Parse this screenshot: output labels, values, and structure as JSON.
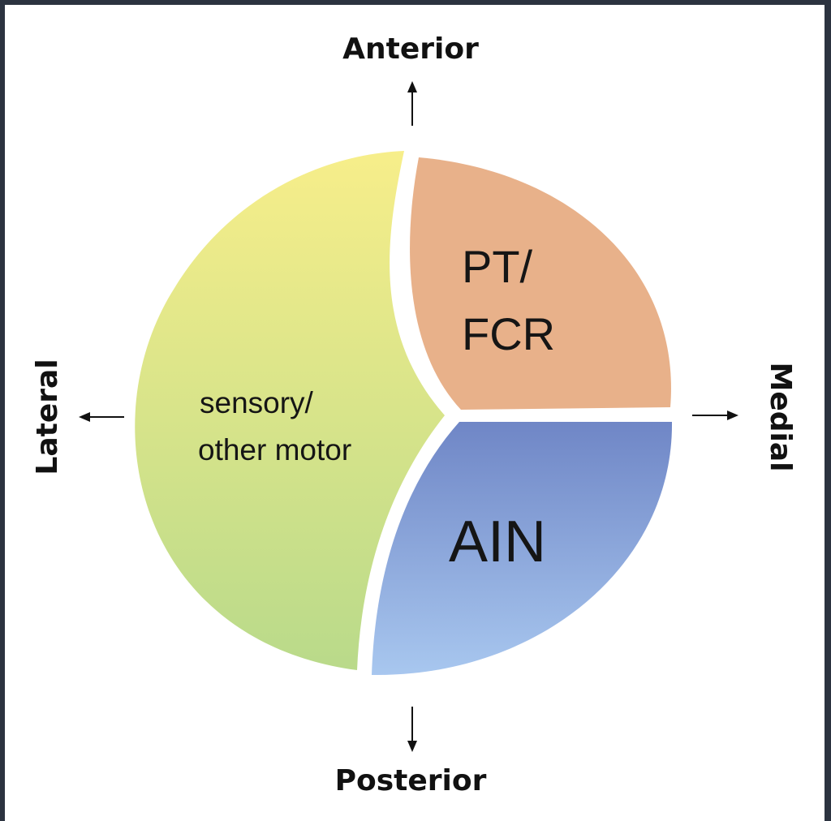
{
  "directions": {
    "anterior": "Anterior",
    "posterior": "Posterior",
    "lateral": "Lateral",
    "medial": "Medial"
  },
  "regions": {
    "sensory": {
      "line1": "sensory/",
      "line2": "other motor",
      "color_top": "#f7ee8a",
      "color_bottom": "#b9da8a"
    },
    "pt_fcr": {
      "line1": "PT/",
      "line2": "FCR",
      "color": "#e8b18a"
    },
    "ain": {
      "label": "AIN",
      "color_top": "#6f86c6",
      "color_bottom": "#a8c7ef"
    }
  }
}
